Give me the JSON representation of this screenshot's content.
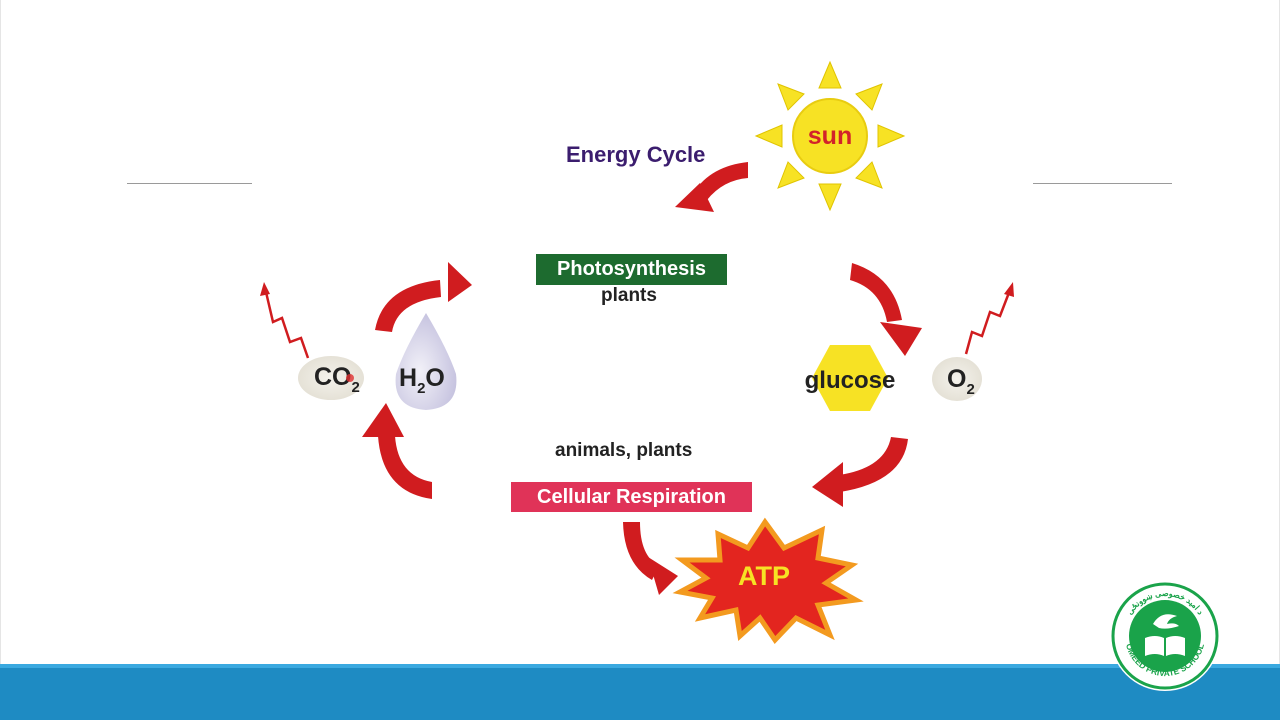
{
  "diagram": {
    "title": "Energy Cycle",
    "sun_label": "sun",
    "photosynthesis_label": "Photosynthesis",
    "photosynthesis_sub": "plants",
    "respiration_sub": "animals, plants",
    "respiration_label": "Cellular Respiration",
    "glucose_label": "glucose",
    "atp_label": "ATP",
    "co2": {
      "main": "CO",
      "sub": "2"
    },
    "h2o": {
      "a": "H",
      "sub": "2",
      "b": "O"
    },
    "o2": {
      "main": "O",
      "sub": "2"
    }
  },
  "logo": {
    "arc_text": "OMEED PRIVATE SCHOOL",
    "top_text": "د امید خصوصی ښوونځی"
  },
  "colors": {
    "arrow_red": "#d01c1f",
    "sun_yellow": "#f7e224",
    "sun_text": "#d2232a",
    "photo_green": "#1d6b2f",
    "resp_pink": "#e03358",
    "footer_blue": "#1e8bc3",
    "logo_green": "#1aa34a"
  }
}
